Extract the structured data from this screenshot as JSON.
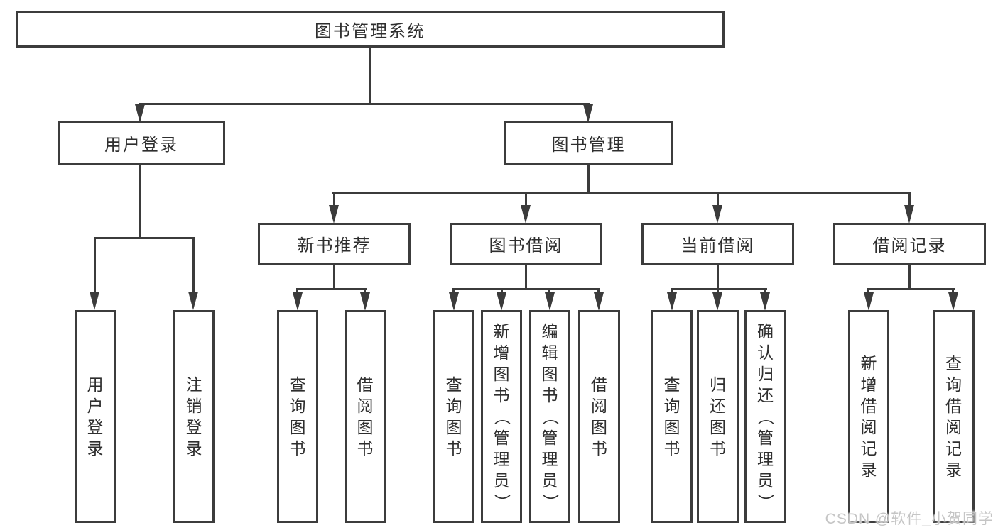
{
  "diagram": {
    "watermark": "CSDN @软件_小贺同学",
    "colors": {
      "line": "#3b3b3b",
      "border": "#3c3c3c",
      "text": "#2e2e2e",
      "watermark_text": "#c5c5c5",
      "background": "#ffffff"
    },
    "root": {
      "label": "图书管理系统"
    },
    "level2": {
      "user_login": {
        "label": "用户登录"
      },
      "book_mgmt": {
        "label": "图书管理"
      }
    },
    "level3": {
      "new_book_rec": {
        "label": "新书推荐"
      },
      "book_borrow": {
        "label": "图书借阅"
      },
      "current_borrow": {
        "label": "当前借阅"
      },
      "borrow_record": {
        "label": "借阅记录"
      }
    },
    "leaves": {
      "user_login": {
        "label": "用户登录"
      },
      "logout": {
        "label": "注销登录"
      },
      "rec_query_book": {
        "label": "查询图书"
      },
      "rec_borrow_book": {
        "label": "借阅图书"
      },
      "bb_query_book": {
        "label": "查询图书"
      },
      "bb_add_book": {
        "label": "新增图书（管理员）"
      },
      "bb_edit_book": {
        "label": "编辑图书（管理员）"
      },
      "bb_borrow_book": {
        "label": "借阅图书"
      },
      "cb_query_book": {
        "label": "查询图书"
      },
      "cb_return_book": {
        "label": "归还图书"
      },
      "cb_confirm_return": {
        "label": "确认归还（管理员）"
      },
      "br_add_record": {
        "label": "新增借阅记录"
      },
      "br_query_record": {
        "label": "查询借阅记录"
      }
    }
  }
}
